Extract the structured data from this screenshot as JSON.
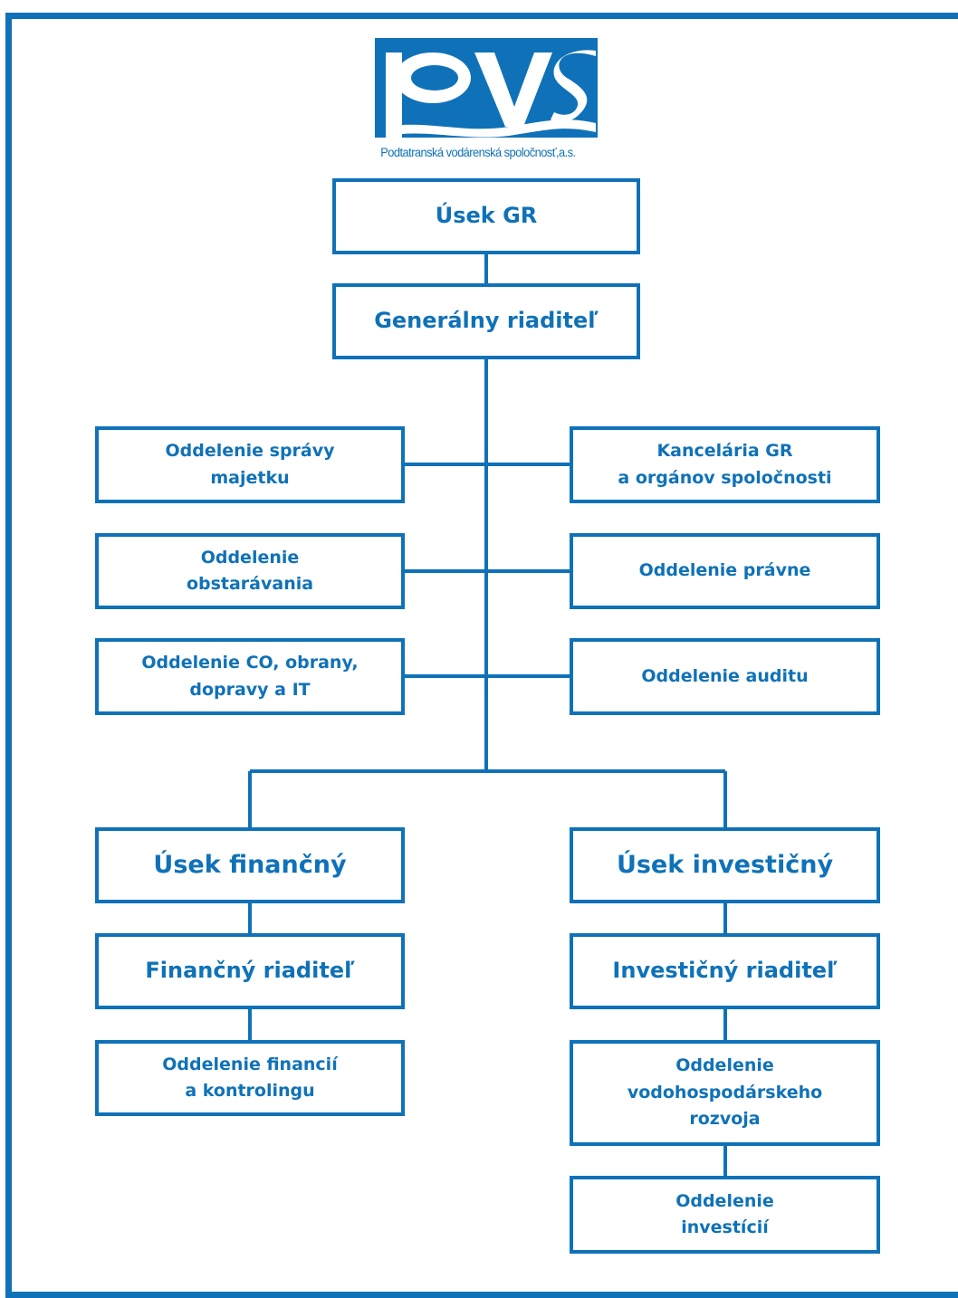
{
  "logo": {
    "letters": "pvs",
    "tagline": "Podtatranská vodárenská spoločnosť,a.s."
  },
  "colors": {
    "primary": "#0f72b8",
    "background": "#ffffff"
  },
  "org": {
    "usek_gr": "Úsek GR",
    "generalny_riaditel": "Generálny riaditeľ",
    "left_departments": [
      "Oddelenie správy\nmajetku",
      "Oddelenie\nobstarávania",
      "Oddelenie CO, obrany,\ndopravy a IT"
    ],
    "right_departments": [
      "Kancelária GR\na orgánov spoločnosti",
      "Oddelenie právne",
      "Oddelenie auditu"
    ],
    "financny": {
      "usek": "Úsek finančný",
      "riaditel": "Finančný riaditeľ",
      "departments": [
        "Oddelenie financií\na kontrolingu"
      ]
    },
    "investicny": {
      "usek": "Úsek investičný",
      "riaditel": "Investičný riaditeľ",
      "departments": [
        "Oddelenie\nvodohospodárskeho\nrozvoja",
        "Oddelenie\ninvestícií"
      ]
    }
  }
}
